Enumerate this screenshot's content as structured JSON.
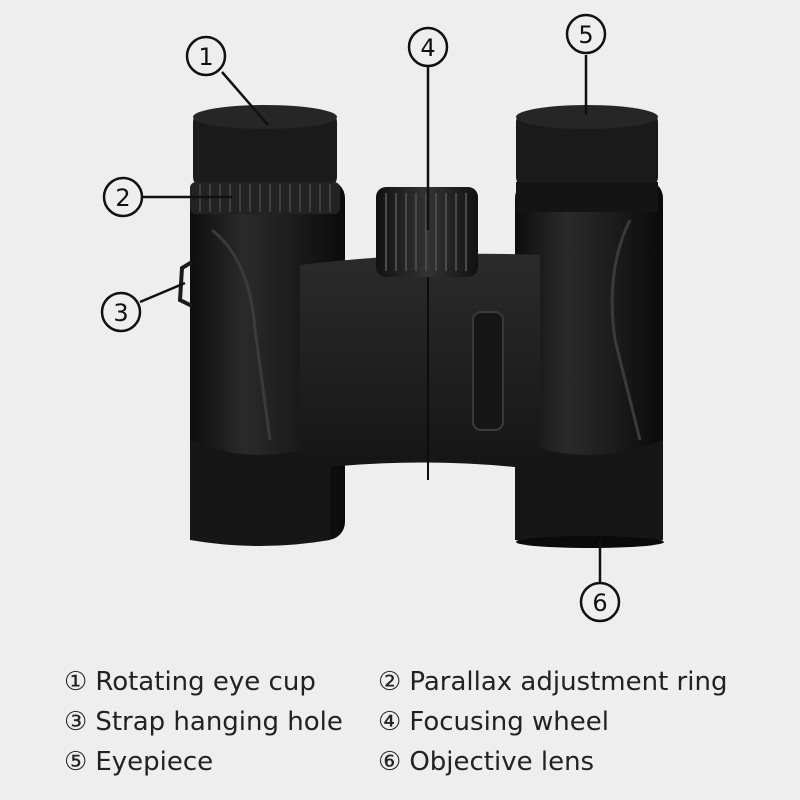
{
  "callouts": [
    {
      "number": "1"
    },
    {
      "number": "2"
    },
    {
      "number": "3"
    },
    {
      "number": "4"
    },
    {
      "number": "5"
    },
    {
      "number": "6"
    }
  ],
  "legend": [
    {
      "mark": "①",
      "text": "Rotating eye cup"
    },
    {
      "mark": "②",
      "text": "Parallax adjustment ring"
    },
    {
      "mark": "③",
      "text": "Strap hanging hole"
    },
    {
      "mark": "④",
      "text": "Focusing wheel"
    },
    {
      "mark": "⑤",
      "text": "Eyepiece"
    },
    {
      "mark": "⑥",
      "text": "Objective lens"
    }
  ],
  "colors": {
    "background": "#eeeeee",
    "body": "#1f1f1f",
    "leader_line": "#111111"
  }
}
